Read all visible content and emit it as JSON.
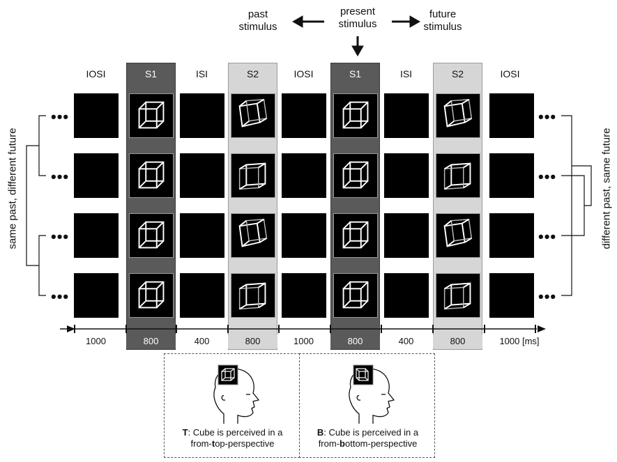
{
  "top_labels": {
    "past": [
      "past",
      "stimulus"
    ],
    "present": [
      "present",
      "stimulus"
    ],
    "future": [
      "future",
      "stimulus"
    ]
  },
  "columns": [
    {
      "header": "IOSI",
      "duration": "1000",
      "type": "blank"
    },
    {
      "header": "S1",
      "duration": "800",
      "type": "s-dark"
    },
    {
      "header": "ISI",
      "duration": "400",
      "type": "blank"
    },
    {
      "header": "S2",
      "duration": "800",
      "type": "s-light"
    },
    {
      "header": "IOSI",
      "duration": "1000",
      "type": "blank"
    },
    {
      "header": "S1",
      "duration": "800",
      "type": "s-dark"
    },
    {
      "header": "ISI",
      "duration": "400",
      "type": "blank"
    },
    {
      "header": "S2",
      "duration": "800",
      "type": "s-light"
    },
    {
      "header": "IOSI",
      "duration": "1000",
      "type": "blank"
    }
  ],
  "time_unit": "[ms]",
  "ellipsis": "•••",
  "left_bracket_label": "same past, different future",
  "right_bracket_label": "different past, same future",
  "panels": [
    {
      "bold": "T",
      "text1": ": Cube is perceived in a",
      "text2_pre": "from-",
      "text2_bold": "t",
      "text2_post": "op-perspective"
    },
    {
      "bold": "B",
      "text1": ": Cube is perceived in a",
      "text2_pre": "from-",
      "text2_bold": "b",
      "text2_post": "ottom-perspective"
    }
  ],
  "colors": {
    "dark_band": "#5a5a5a",
    "light_band": "#d6d6d6",
    "stimulus_bg": "#000000",
    "cube_line": "#ffffff"
  }
}
